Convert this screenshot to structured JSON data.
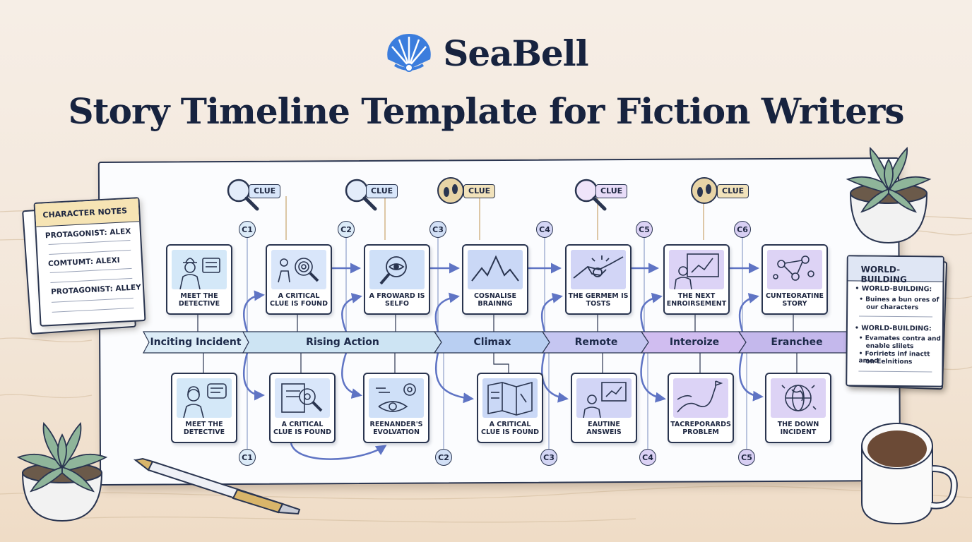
{
  "brand": {
    "name": "SeaBell",
    "logo_icon": "seashell-icon",
    "color": "#3b7ddd"
  },
  "title": "Story Timeline Template for Fiction Writers",
  "clues": [
    {
      "label": "CLUE",
      "icon": "magnifier-icon",
      "tag_color": "#d8e6fa"
    },
    {
      "label": "CLUE",
      "icon": "magnifier-icon",
      "tag_color": "#d8e6fa"
    },
    {
      "label": "CLUE",
      "icon": "footprints-icon",
      "tag_color": "#f1e2bb"
    },
    {
      "label": "CLUE",
      "icon": "magnifier-icon",
      "tag_color": "#e8dcf8"
    },
    {
      "label": "CLUE",
      "icon": "footprints-icon",
      "tag_color": "#f1e2bb"
    }
  ],
  "top_markers": [
    "C1",
    "C2",
    "C3",
    "C4",
    "C5",
    "C6"
  ],
  "bottom_markers": [
    "C1",
    "C2",
    "C3",
    "C4",
    "C5"
  ],
  "top_cards": [
    {
      "caption": "MEET THE DETECTIVE",
      "icon": "detective-icon",
      "color": "#d4e8f8"
    },
    {
      "caption": "A CRITICAL CLUE IS FOUND",
      "icon": "fingerprint-icon",
      "color": "#d9e6fa"
    },
    {
      "caption": "A FROWARD IS SELFO",
      "icon": "eye-magnifier-icon",
      "color": "#cfe0f8"
    },
    {
      "caption": "COSNALISE BRAINNG",
      "icon": "mountain-graph-icon",
      "color": "#cad8f6"
    },
    {
      "caption": "THE GERMEM IS TOSTS",
      "icon": "handshake-icon",
      "color": "#d2d5f6"
    },
    {
      "caption": "THE NEXT ENROIRSEMENT",
      "icon": "presentation-icon",
      "color": "#dcd3f6"
    },
    {
      "caption": "CUNTEORATINE STORY",
      "icon": "network-people-icon",
      "color": "#ddd3f5"
    }
  ],
  "bottom_cards": [
    {
      "caption": "MEET THE DETECTIVE",
      "icon": "woman-speech-icon",
      "color": "#d4e8f8"
    },
    {
      "caption": "A CRITICAL CLUE IS FOUND",
      "icon": "document-magnifier-icon",
      "color": "#d9e6fa"
    },
    {
      "caption": "REENANDER'S EVOLVATION",
      "icon": "eye-gear-icon",
      "color": "#cfe0f8"
    },
    {
      "caption": "A CRITICAL CLUE IS FOUND",
      "icon": "map-icon",
      "color": "#cad8f6"
    },
    {
      "caption": "EAUTINE ANSWEIS",
      "icon": "person-board-icon",
      "color": "#d2d5f6"
    },
    {
      "caption": "TACREPORARDS PROBLEM",
      "icon": "winding-road-icon",
      "color": "#dcd3f6"
    },
    {
      "caption": "THE DOWN INCIDENT",
      "icon": "globe-icon",
      "color": "#ddd3f5"
    }
  ],
  "phases": [
    {
      "label": "Inciting Incident",
      "color": "#dcecf7"
    },
    {
      "label": "Rising Action",
      "color": "#cde4f3"
    },
    {
      "label": "Climax",
      "color": "#b9cff2"
    },
    {
      "label": "Remote",
      "color": "#c5c6f1"
    },
    {
      "label": "Interoize",
      "color": "#d0bdf0"
    },
    {
      "label": "Eranchee",
      "color": "#c4b8ec"
    }
  ],
  "character_notes": {
    "heading": "CHARACTER NOTES",
    "lines": [
      "PROTAGONIST: ALEX",
      "COMTUMT: ALEXI",
      "PROTAGONIST: ALLEY"
    ]
  },
  "world_building": {
    "heading": "WORLD-BUILDING",
    "sections": [
      {
        "title": "• WORLD-BUILDING:",
        "items": [
          "• Buines a bun ores of",
          "our characters"
        ]
      },
      {
        "title": "• WORLD-BUILDING:",
        "items": [
          "• Evamates contra and",
          "enable slilets",
          "• Foririets inf inactt amod",
          "on Eelnitions"
        ]
      }
    ]
  },
  "decor": [
    "succulent-icon",
    "succulent-icon",
    "pen-icon",
    "coffee-mug-icon"
  ]
}
